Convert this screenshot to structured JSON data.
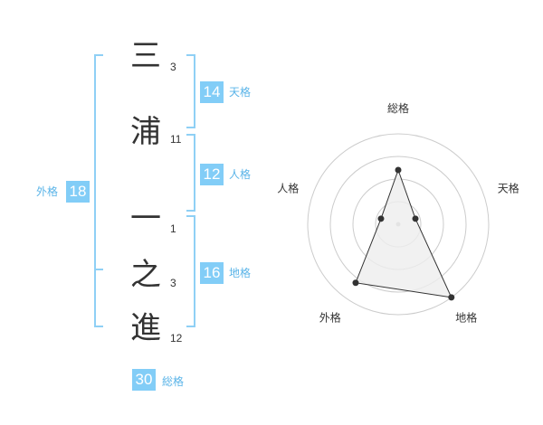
{
  "characters": [
    {
      "char": "三",
      "strokes": "3"
    },
    {
      "char": "浦",
      "strokes": "11"
    },
    {
      "char": "一",
      "strokes": "1"
    },
    {
      "char": "之",
      "strokes": "3"
    },
    {
      "char": "進",
      "strokes": "12"
    }
  ],
  "fortunes": {
    "tenkaku": {
      "value": "14",
      "label": "天格"
    },
    "jinkaku": {
      "value": "12",
      "label": "人格"
    },
    "chikaku": {
      "value": "16",
      "label": "地格"
    },
    "gaikaku": {
      "value": "18",
      "label": "外格"
    },
    "soukaku": {
      "value": "30",
      "label": "総格"
    }
  },
  "colors": {
    "accent": "#82cdf7",
    "bracket": "#8fd0f5",
    "label": "#5ab4e8"
  },
  "chart_data": {
    "type": "radar",
    "axes": [
      "総格",
      "天格",
      "地格",
      "外格",
      "人格"
    ],
    "values": [
      3,
      1,
      5,
      4,
      1
    ],
    "rmax": 5,
    "rings": 4,
    "fill": "#eeeeee"
  }
}
